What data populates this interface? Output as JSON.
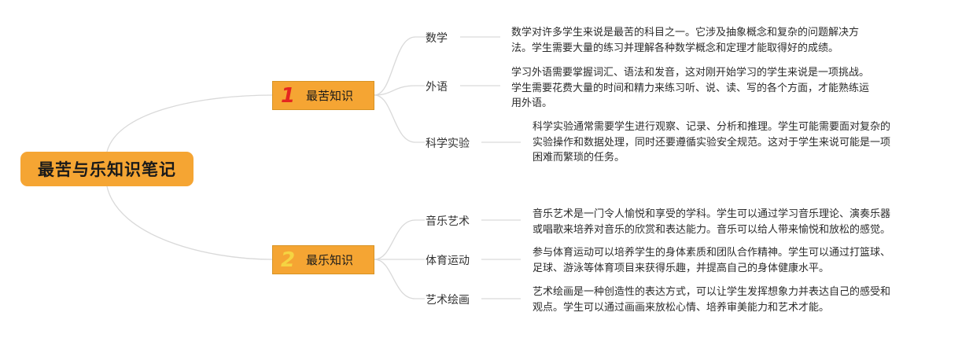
{
  "root": {
    "title": "最苦与乐知识笔记"
  },
  "categories": [
    {
      "number": "1",
      "label": "最苦知识",
      "subtopics": [
        {
          "label": "数学",
          "lines": [
            "数学对许多学生来说是最苦的科目之一。它涉及抽象概念和复杂的问题解决方",
            "法。学生需要大量的练习并理解各种数学概念和定理才能取得好的成绩。"
          ]
        },
        {
          "label": "外语",
          "lines": [
            "学习外语需要掌握词汇、语法和发音，这对刚开始学习的学生来说是一项挑战。",
            "学生需要花费大量的时间和精力来练习听、说、读、写的各个方面，才能熟练运",
            "用外语。"
          ]
        },
        {
          "label": "科学实验",
          "lines": [
            "科学实验通常需要学生进行观察、记录、分析和推理。学生可能需要面对复杂的",
            "实验操作和数据处理，同时还要遵循实验安全规范。这对于学生来说可能是一项",
            "困难而繁琐的任务。"
          ]
        }
      ]
    },
    {
      "number": "2",
      "label": "最乐知识",
      "subtopics": [
        {
          "label": "音乐艺术",
          "lines": [
            "音乐艺术是一门令人愉悦和享受的学科。学生可以通过学习音乐理论、演奏乐器",
            "或唱歌来培养对音乐的欣赏和表达能力。音乐可以给人带来愉悦和放松的感觉。"
          ]
        },
        {
          "label": "体育运动",
          "lines": [
            "参与体育运动可以培养学生的身体素质和团队合作精神。学生可以通过打篮球、",
            "足球、游泳等体育项目来获得乐趣，并提高自己的身体健康水平。"
          ]
        },
        {
          "label": "艺术绘画",
          "lines": [
            "艺术绘画是一种创造性的表达方式，可以让学生发挥想象力并表达自己的感受和",
            "观点。学生可以通过画画来放松心情、培养审美能力和艺术才能。"
          ]
        }
      ]
    }
  ]
}
